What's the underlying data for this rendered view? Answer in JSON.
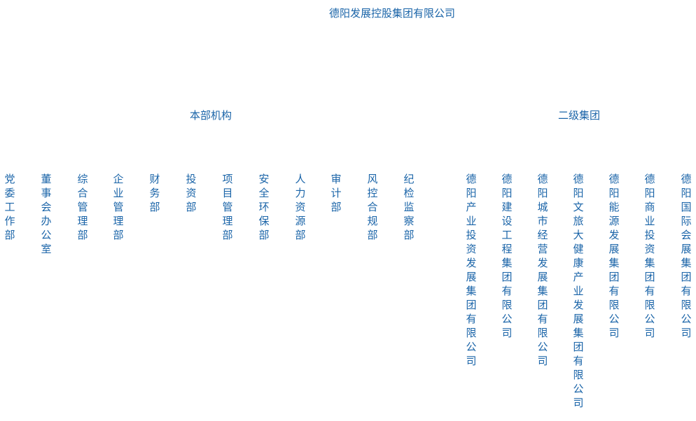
{
  "root": "德阳发展控股集团有限公司",
  "groups": [
    {
      "label": "本部机构",
      "units": [
        "党委工作部",
        "董事会办公室",
        "综合管理部",
        "企业管理部",
        "财务部",
        "投资部",
        "项目管理部",
        "安全环保部",
        "人力资源部",
        "审计部",
        "风控合规部",
        "纪检监察部"
      ]
    },
    {
      "label": "二级集团",
      "units": [
        "德阳产业投资发展集团有限公司",
        "德阳建设工程集团有限公司",
        "德阳城市经营发展集团有限公司",
        "德阳文旅大健康产业发展集团有限公司",
        "德阳能源发展集团有限公司",
        "德阳商业投资集团有限公司",
        "德阳国际会展集团有限公司"
      ]
    }
  ]
}
